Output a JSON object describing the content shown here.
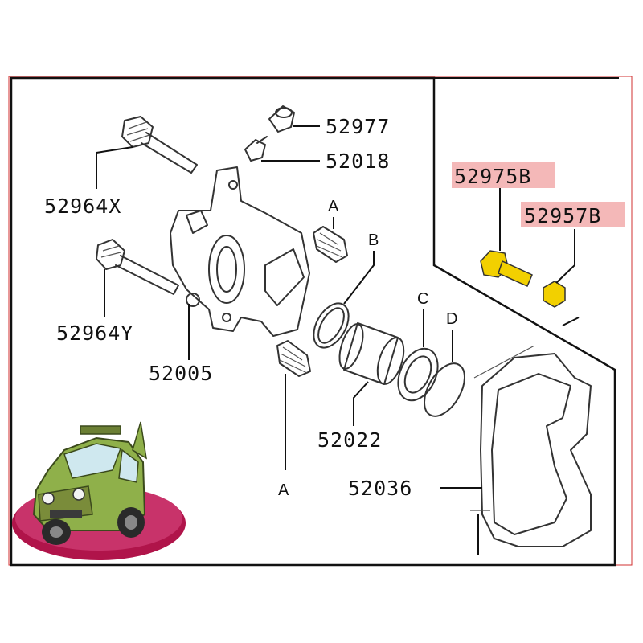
{
  "labels": {
    "p52977": "52977",
    "p52018": "52018",
    "p52964x": "52964X",
    "p52964y": "52964Y",
    "p52005": "52005",
    "p52022": "52022",
    "p52036": "52036",
    "p52975b": "52975B",
    "p52957b": "52957B",
    "letter_a_top": "A",
    "letter_a_bottom": "A",
    "letter_b": "B",
    "letter_c": "C",
    "letter_d": "D"
  },
  "colors": {
    "highlight": "#f4b8b8",
    "frame_red": "#d23030",
    "bolt_yellow": "#f2d000",
    "car_body": "#8fb04a",
    "car_base": "#b0144a"
  },
  "highlighted_parts": [
    "52975B",
    "52957B"
  ]
}
